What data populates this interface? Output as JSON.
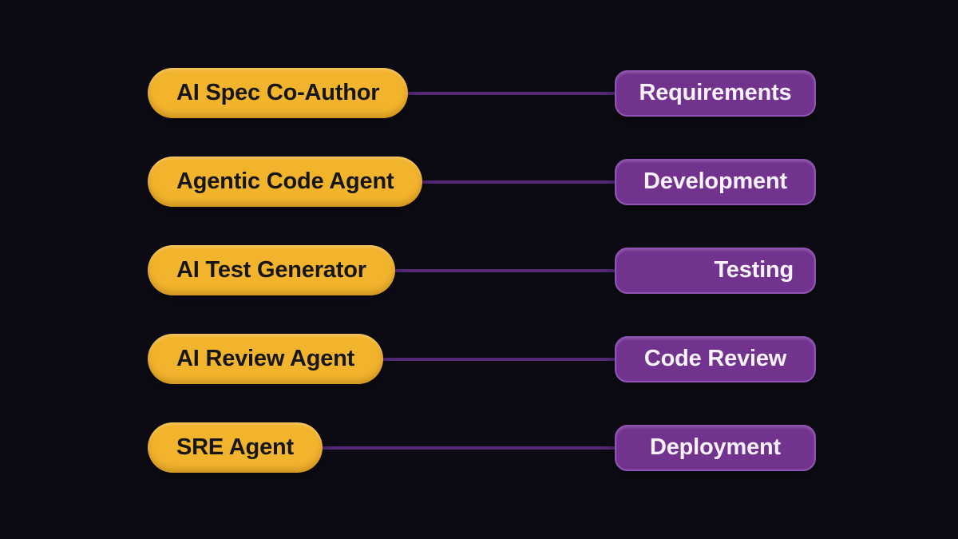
{
  "colors": {
    "background": "#0d0c15",
    "agent_pill": "#f2b42d",
    "agent_text": "#161616",
    "phase_box": "#72338f",
    "phase_border": "#9055b4",
    "phase_text": "#f7f2fb",
    "connector": "#552a78"
  },
  "rows": [
    {
      "agent": "AI Spec Co-Author",
      "phase": "Requirements"
    },
    {
      "agent": "Agentic Code Agent",
      "phase": "Development"
    },
    {
      "agent": "AI Test Generator",
      "phase": "Testing"
    },
    {
      "agent": "AI Review Agent",
      "phase": "Code Review"
    },
    {
      "agent": "SRE Agent",
      "phase": "Deployment"
    }
  ]
}
